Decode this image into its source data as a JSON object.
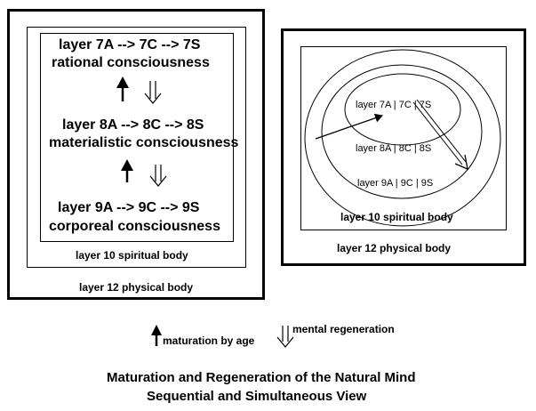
{
  "sequential": {
    "layer7": "layer 7A --> 7C --> 7S",
    "rational": "rational consciousness",
    "layer8": "layer 8A --> 8C --> 8S",
    "materialistic": "materialistic consciousness",
    "layer9": "layer 9A --> 9C --> 9S",
    "corporeal": "corporeal consciousness",
    "spiritual_body": "layer 10 spiritual body",
    "physical_body": "layer 12 physical body"
  },
  "simultaneous": {
    "inner": "layer 7A | 7C | 7S",
    "middle": "layer 8A | 8C | 8S",
    "outer": "layer 9A | 9C | 9S",
    "spiritual_body": "layer 10 spiritual body",
    "physical_body": "layer 12 physical body"
  },
  "legend": {
    "maturation": "maturation by age",
    "regeneration": "mental regeneration"
  },
  "caption": {
    "line1": "Maturation and Regeneration of the Natural Mind",
    "line2": "Sequential and Simultaneous View"
  }
}
